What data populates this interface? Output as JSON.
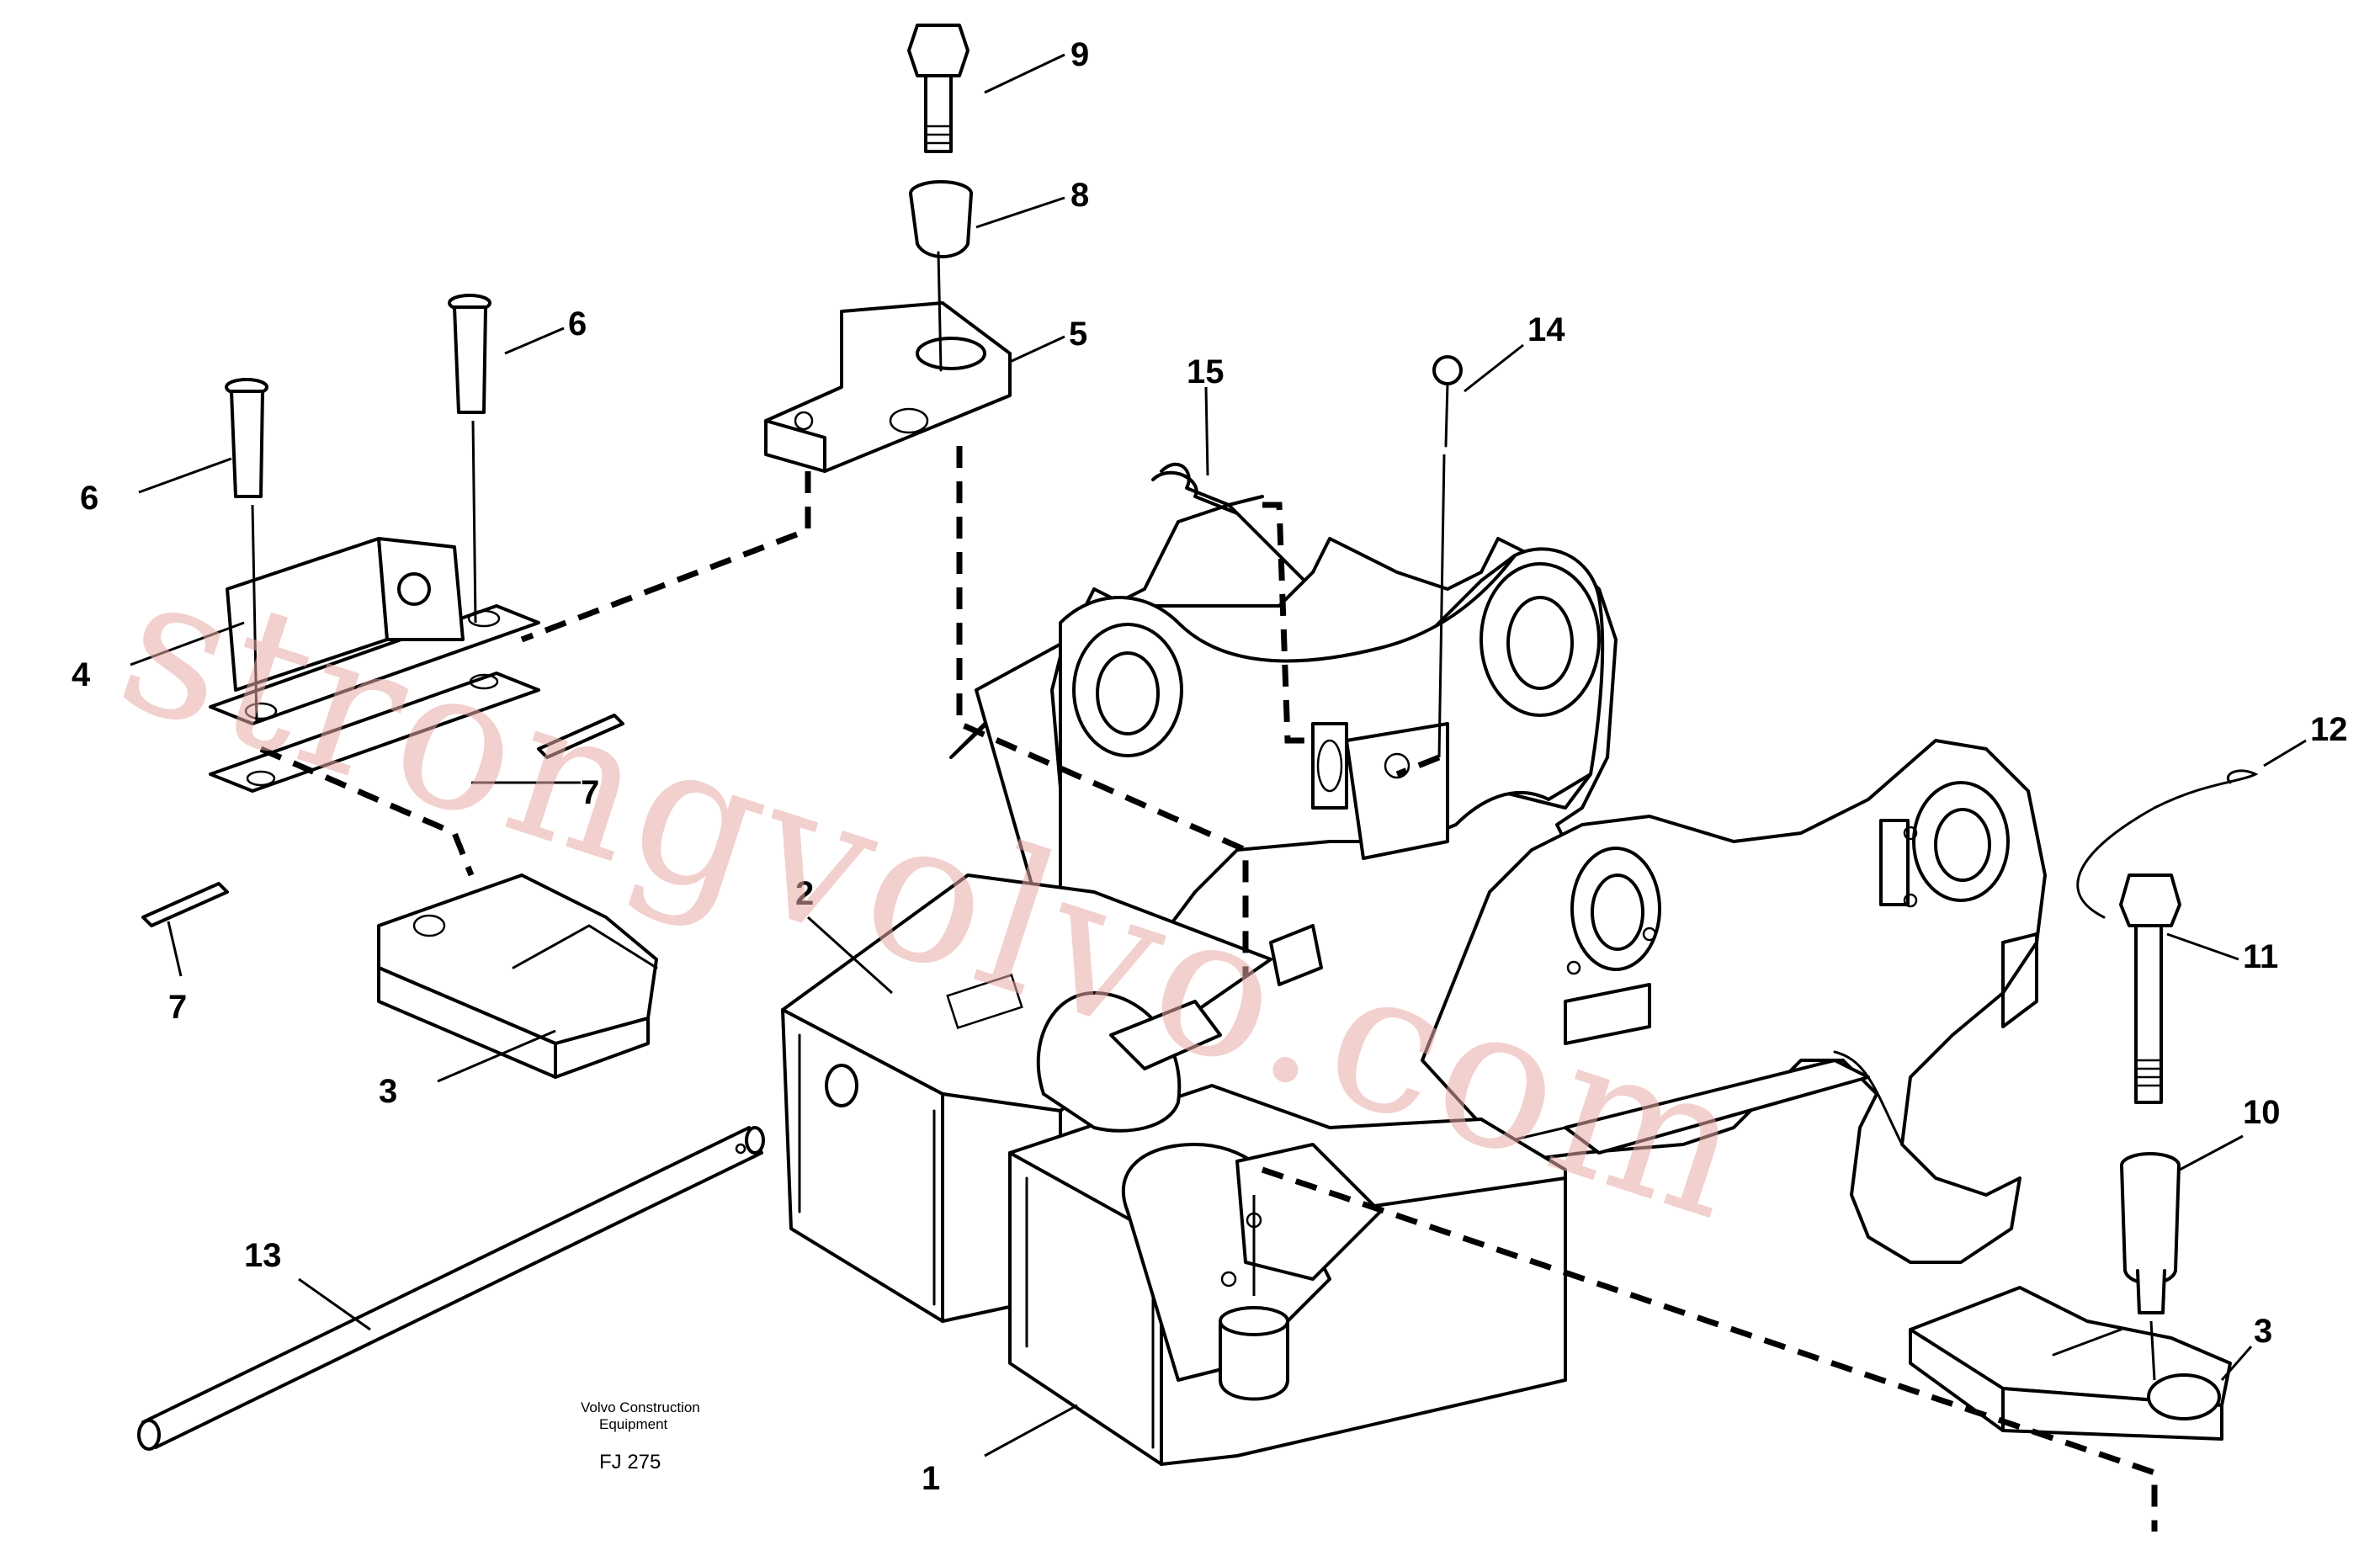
{
  "callouts": [
    "1",
    "2",
    "3",
    "3",
    "4",
    "5",
    "6",
    "6",
    "7",
    "7",
    "8",
    "9",
    "10",
    "11",
    "12",
    "13",
    "14",
    "15"
  ],
  "caption": {
    "line1": "Volvo Construction",
    "line2": "Equipment",
    "code": "FJ 275"
  },
  "watermark": "strongvolvo.com",
  "colors": {
    "ink": "#000000",
    "watermark": "#e8a9a4",
    "paper": "#ffffff"
  }
}
